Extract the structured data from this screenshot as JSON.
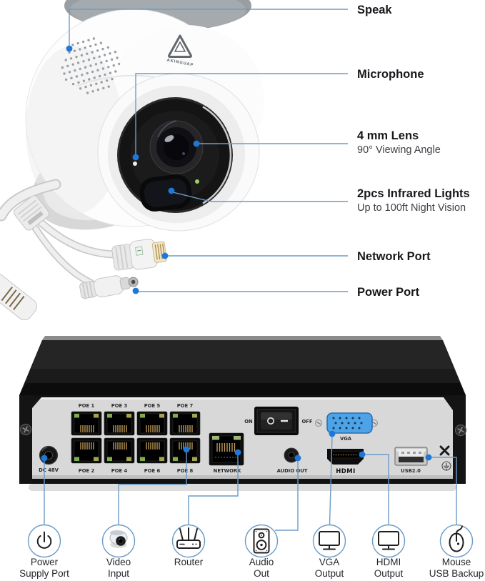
{
  "colors": {
    "callout_line": "#6d9cc8",
    "callout_dot": "#1e78d7",
    "label_text": "#17181c",
    "sub_text": "#3f4146",
    "vga_blue": "#4da3e8",
    "led_green": "#9fd06a"
  },
  "camera": {
    "logo_text": "AKINGUAP",
    "callouts": [
      {
        "label": "Speak"
      },
      {
        "label": "Microphone"
      },
      {
        "label": "4 mm Lens",
        "sub": "90° Viewing Angle"
      },
      {
        "label": "2pcs Infrared Lights",
        "sub": "Up to 100ft Night Vision"
      },
      {
        "label": "Network Port"
      },
      {
        "label": "Power Port"
      }
    ]
  },
  "nvr": {
    "poe_top": [
      "POE 1",
      "POE 3",
      "POE 5",
      "POE 7"
    ],
    "poe_bottom": [
      "POE 2",
      "POE 4",
      "POE 6",
      "POE 8"
    ],
    "dc_label": "DC 48V",
    "network_label": "NETWORK",
    "switch": {
      "on": "ON",
      "off": "OFF"
    },
    "audio_label": "AUDIO OUT",
    "vga_label": "VGA",
    "hdmi_label": "HDMI",
    "usb_label": "USB2.0"
  },
  "legend": [
    {
      "icon": "power-icon",
      "line1": "Power",
      "line2": "Supply Port"
    },
    {
      "icon": "camera-icon",
      "line1": "Video",
      "line2": "Input"
    },
    {
      "icon": "router-icon",
      "line1": "Router",
      "line2": ""
    },
    {
      "icon": "speaker-icon",
      "line1": "Audio",
      "line2": "Out"
    },
    {
      "icon": "vga-monitor-icon",
      "line1": "VGA",
      "line2": "Output"
    },
    {
      "icon": "hdmi-monitor-icon",
      "line1": "HDMI",
      "line2": "Output"
    },
    {
      "icon": "mouse-icon",
      "line1": "Mouse",
      "line2": "USB Backup"
    }
  ]
}
